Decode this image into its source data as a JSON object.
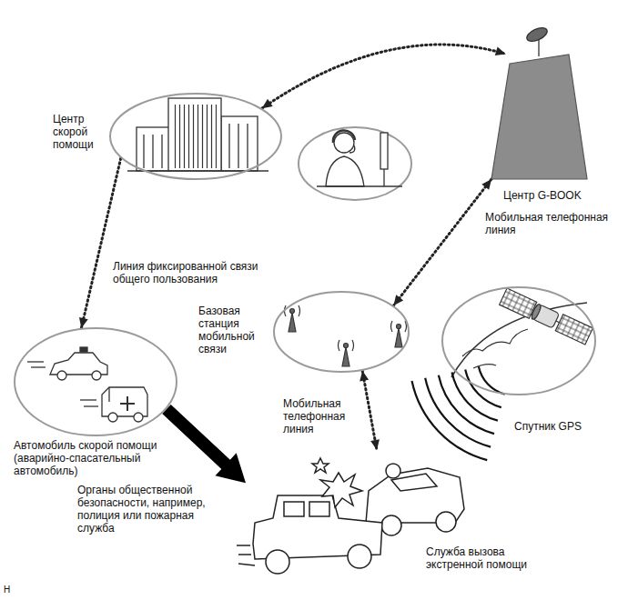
{
  "diagram": {
    "nodes": [
      {
        "text": [
          "Центр скорой помощи"
        ]
      },
      {
        "text": [
          "Центр G-BOOK"
        ]
      },
      {
        "text": [
          "Базовая станция мобильной связи"
        ]
      },
      {
        "text": [
          "Спутник GPS"
        ]
      },
      {
        "text": [
          "Автомобиль скорой помощи (аварийно-спасательный автомобиль)",
          "Органы общественной безопасности, например, полиция или пожарная служба"
        ]
      },
      {
        "text": [
          "Служба вызова экстренной помощи"
        ]
      }
    ],
    "edges": [
      {
        "from": 0,
        "to": 1,
        "arrow": "both"
      },
      {
        "from": 0,
        "to": 4,
        "label": "Линия фиксированной связи общего пользования",
        "arrow": "to"
      },
      {
        "from": 1,
        "to": 2,
        "label": "Мобильная телефонная линия",
        "arrow": "both"
      },
      {
        "from": 2,
        "to": 5,
        "label": "Мобильная телефонная линия",
        "arrow": "both"
      },
      {
        "from": 4,
        "to": 5,
        "arrow": "to"
      }
    ],
    "labels": [
      "H"
    ]
  }
}
